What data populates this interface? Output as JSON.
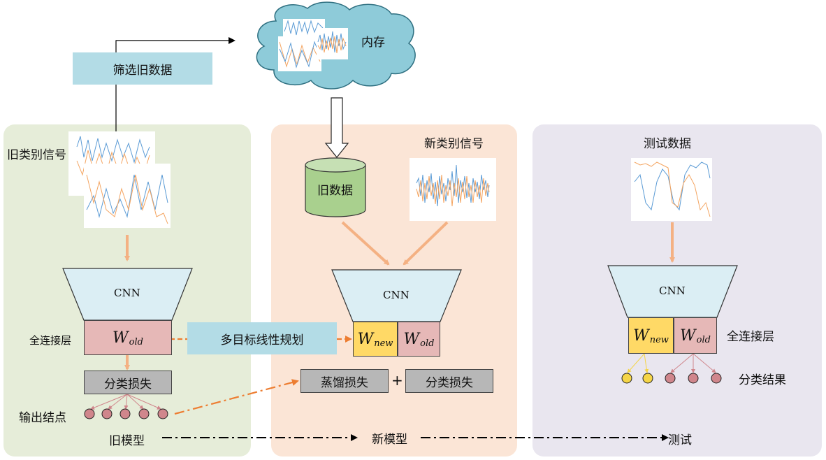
{
  "memory": {
    "label": "内存"
  },
  "filter_old_data": {
    "label": "筛选旧数据"
  },
  "panels": {
    "old": {
      "color": "#e6edd9",
      "signal_label": "旧类别信号",
      "fc_label": "全连接层",
      "cnn_label": "CNN",
      "weight": {
        "base": "W",
        "sub": "old"
      },
      "loss_label": "分类损失",
      "output_label": "输出结点",
      "model_label": "旧模型"
    },
    "new": {
      "color": "#fbe5d6",
      "signal_label": "新类别信号",
      "old_data_label": "旧数据",
      "cnn_label": "CNN",
      "weight_new": {
        "base": "W",
        "sub": "new"
      },
      "weight_old": {
        "base": "W",
        "sub": "old"
      },
      "distill_loss_label": "蒸馏损失",
      "plus_symbol": "+",
      "class_loss_label": "分类损失",
      "model_label": "新模型"
    },
    "test": {
      "color": "#e9e6ef",
      "data_label": "测试数据",
      "cnn_label": "CNN",
      "weight_new": {
        "base": "W",
        "sub": "new"
      },
      "weight_old": {
        "base": "W",
        "sub": "old"
      },
      "fc_label": "全连接层",
      "result_label": "分类结果",
      "flow_label": "测试"
    }
  },
  "mol_label": "多目标线性规划",
  "colors": {
    "cnn_fill": "#dbeef4",
    "w_old_fill": "#e6b8b7",
    "w_new_fill": "#ffd966",
    "node_old": "#d0868c",
    "node_new": "#f5d547",
    "arrow_peach": "#f4b183",
    "arrow_orange": "#ed7d31",
    "cloud": "#8ecbd9",
    "cylinder": "#a9d08e"
  }
}
